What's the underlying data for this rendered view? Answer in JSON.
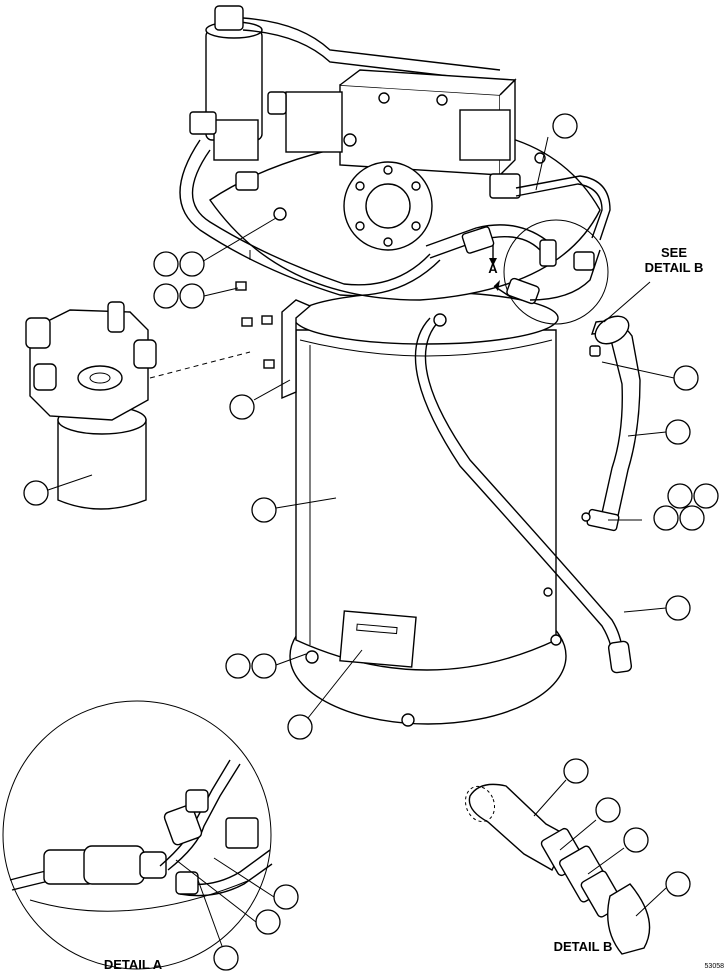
{
  "labels": {
    "see_detail_line1": "SEE",
    "see_detail_line2": "DETAIL B",
    "detail_a": "DETAIL A",
    "detail_b": "DETAIL B",
    "view_arrow": "A",
    "figure_code": "53058"
  },
  "colors": {
    "line": "#000000",
    "background": "#ffffff"
  }
}
